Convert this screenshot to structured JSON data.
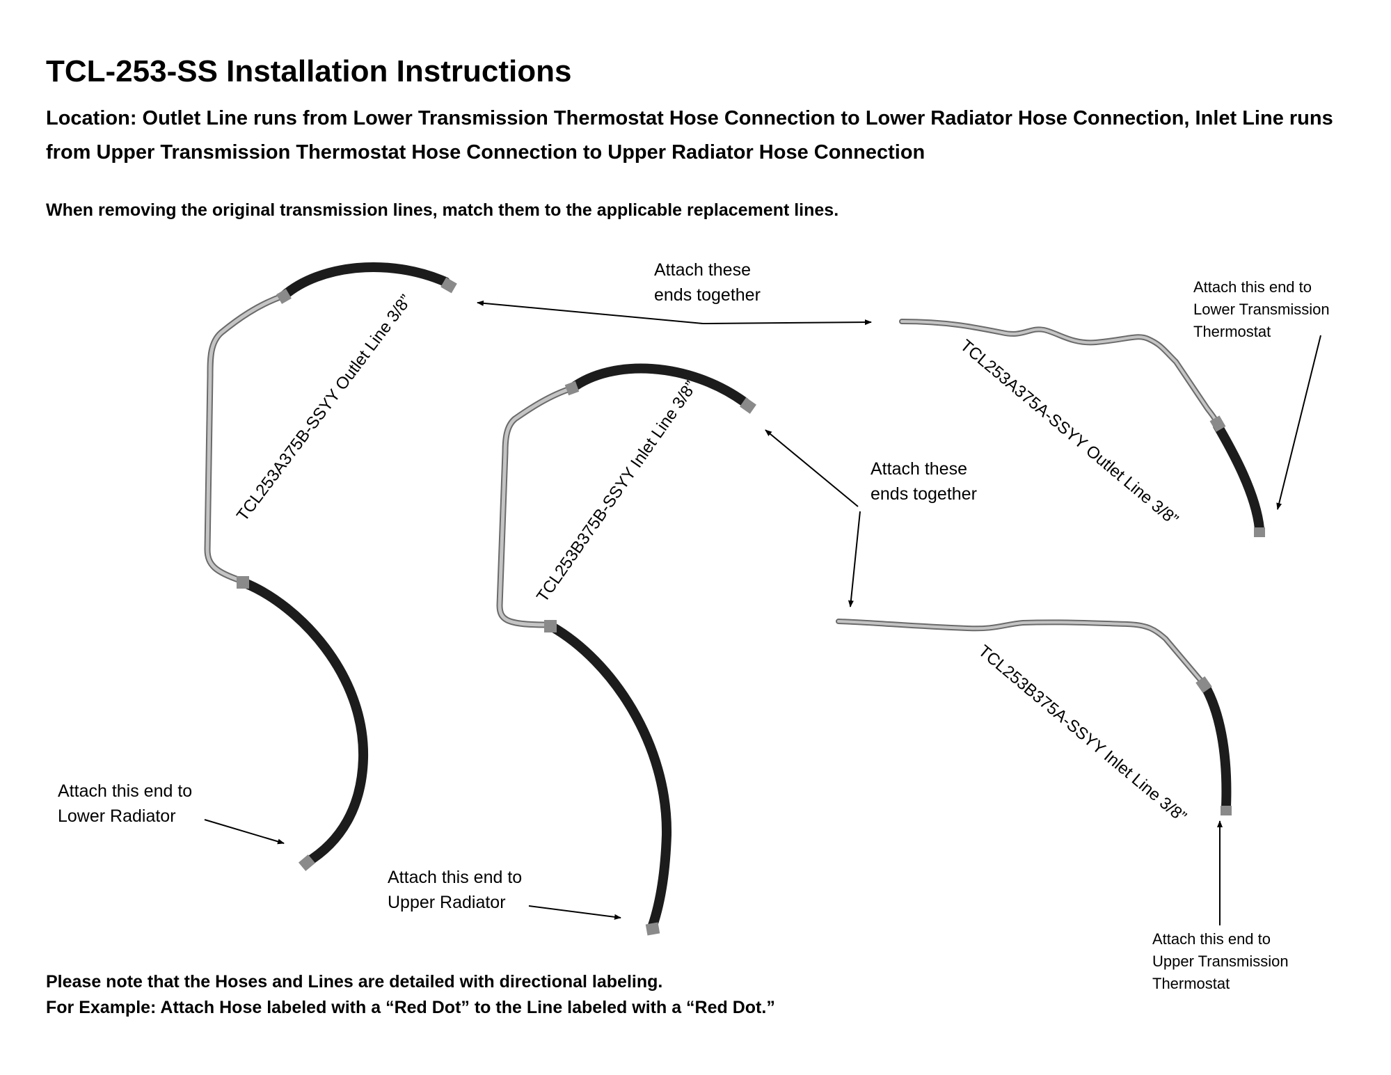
{
  "document": {
    "title": "TCL-253-SS Installation Instructions",
    "location": "Location: Outlet Line runs from Lower Transmission Thermostat Hose Connection to Lower Radiator Hose Connection, Inlet Line runs from Upper Transmission Thermostat Hose Connection to Upper Radiator Hose Connection",
    "instruction": "When removing the original transmission lines, match them to the applicable replacement lines.",
    "note_line1": "Please note that the Hoses and Lines are detailed with directional labeling.",
    "note_line2": "For Example: Attach Hose labeled with a “Red Dot” to the Line labeled with a “Red Dot.”"
  },
  "parts": {
    "outlet_b": "TCL253A375B-SSYY Outlet Line 3/8”",
    "inlet_b": "TCL253B375B-SSYY Inlet Line 3/8”",
    "outlet_a": "TCL253A375A-SSYY Outlet Line 3/8”",
    "inlet_a": "TCL253B375A-SSYY Inlet Line 3/8”"
  },
  "callouts": {
    "top_join": "Attach these\nends together",
    "mid_join": "Attach these\nends together",
    "lower_trans": "Attach this end to\nLower Transmission\nThermostat",
    "lower_radiator": "Attach this end to\nLower Radiator",
    "upper_radiator": "Attach this end to\nUpper Radiator",
    "upper_trans": "Attach this end to\nUpper Transmission\nThermostat"
  },
  "colors": {
    "hose": "#1c1c1c",
    "metal_line": "#b0b0b0",
    "metal_edge": "#6a6a6a",
    "fitting": "#8a8a8a"
  }
}
